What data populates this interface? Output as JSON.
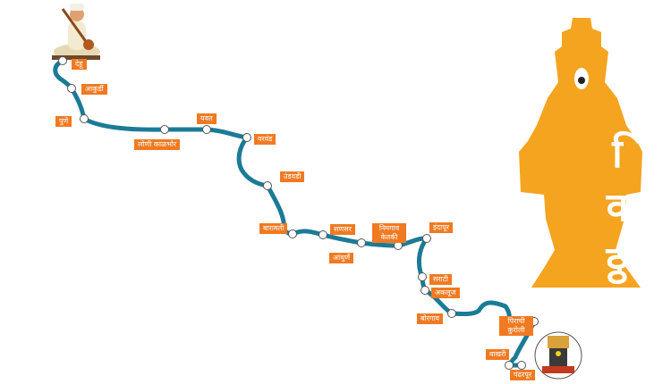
{
  "colors": {
    "route": "#1b7b96",
    "label_bg": "#f07a22",
    "idol": "#f5a41f"
  },
  "idol_text": "विठ्ठल",
  "stops": [
    {
      "id": "dehu",
      "name": "देहू"
    },
    {
      "id": "akurdi",
      "name": "आकुर्डी"
    },
    {
      "id": "pune",
      "name": "पुणे"
    },
    {
      "id": "loni-kalbhor",
      "name": "लोणी काळभोर"
    },
    {
      "id": "yavat",
      "name": "यवत"
    },
    {
      "id": "varvand",
      "name": "वरवंड"
    },
    {
      "id": "undavadi",
      "name": "उंडवडी"
    },
    {
      "id": "baramati",
      "name": "बारामती"
    },
    {
      "id": "sanasar",
      "name": "सणसर"
    },
    {
      "id": "anthurne",
      "name": "आंथुर्णे"
    },
    {
      "id": "nimgaon-ketaki",
      "name": "निमगाव केतकी"
    },
    {
      "id": "indapur",
      "name": "इंदापूर"
    },
    {
      "id": "sarati",
      "name": "सराटी"
    },
    {
      "id": "akluj",
      "name": "अकलूज"
    },
    {
      "id": "borgaon",
      "name": "बोरगाव"
    },
    {
      "id": "pirachi-kuroli",
      "name": "पिराची कुरोली"
    },
    {
      "id": "wakhari",
      "name": "वाखरी"
    },
    {
      "id": "pandharpur",
      "name": "पंढरपूर"
    }
  ]
}
